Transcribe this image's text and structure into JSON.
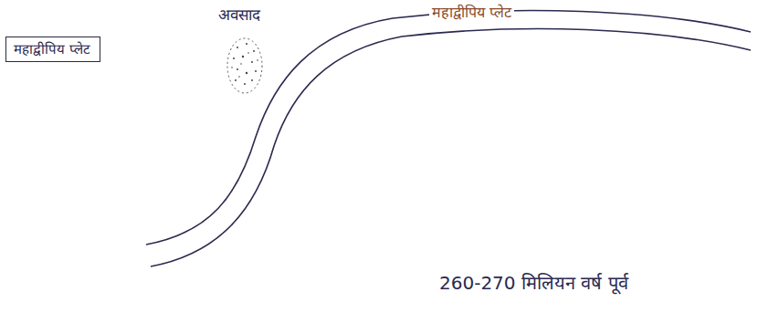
{
  "diagram": {
    "nodes": [
      {
        "text": [
          "महाद्वीपिय प्लेट"
        ]
      }
    ],
    "labels": [
      "अवसाद",
      "महाद्वीपिय प्लेट",
      "260-270 मिलियन वर्ष पूर्व"
    ]
  }
}
